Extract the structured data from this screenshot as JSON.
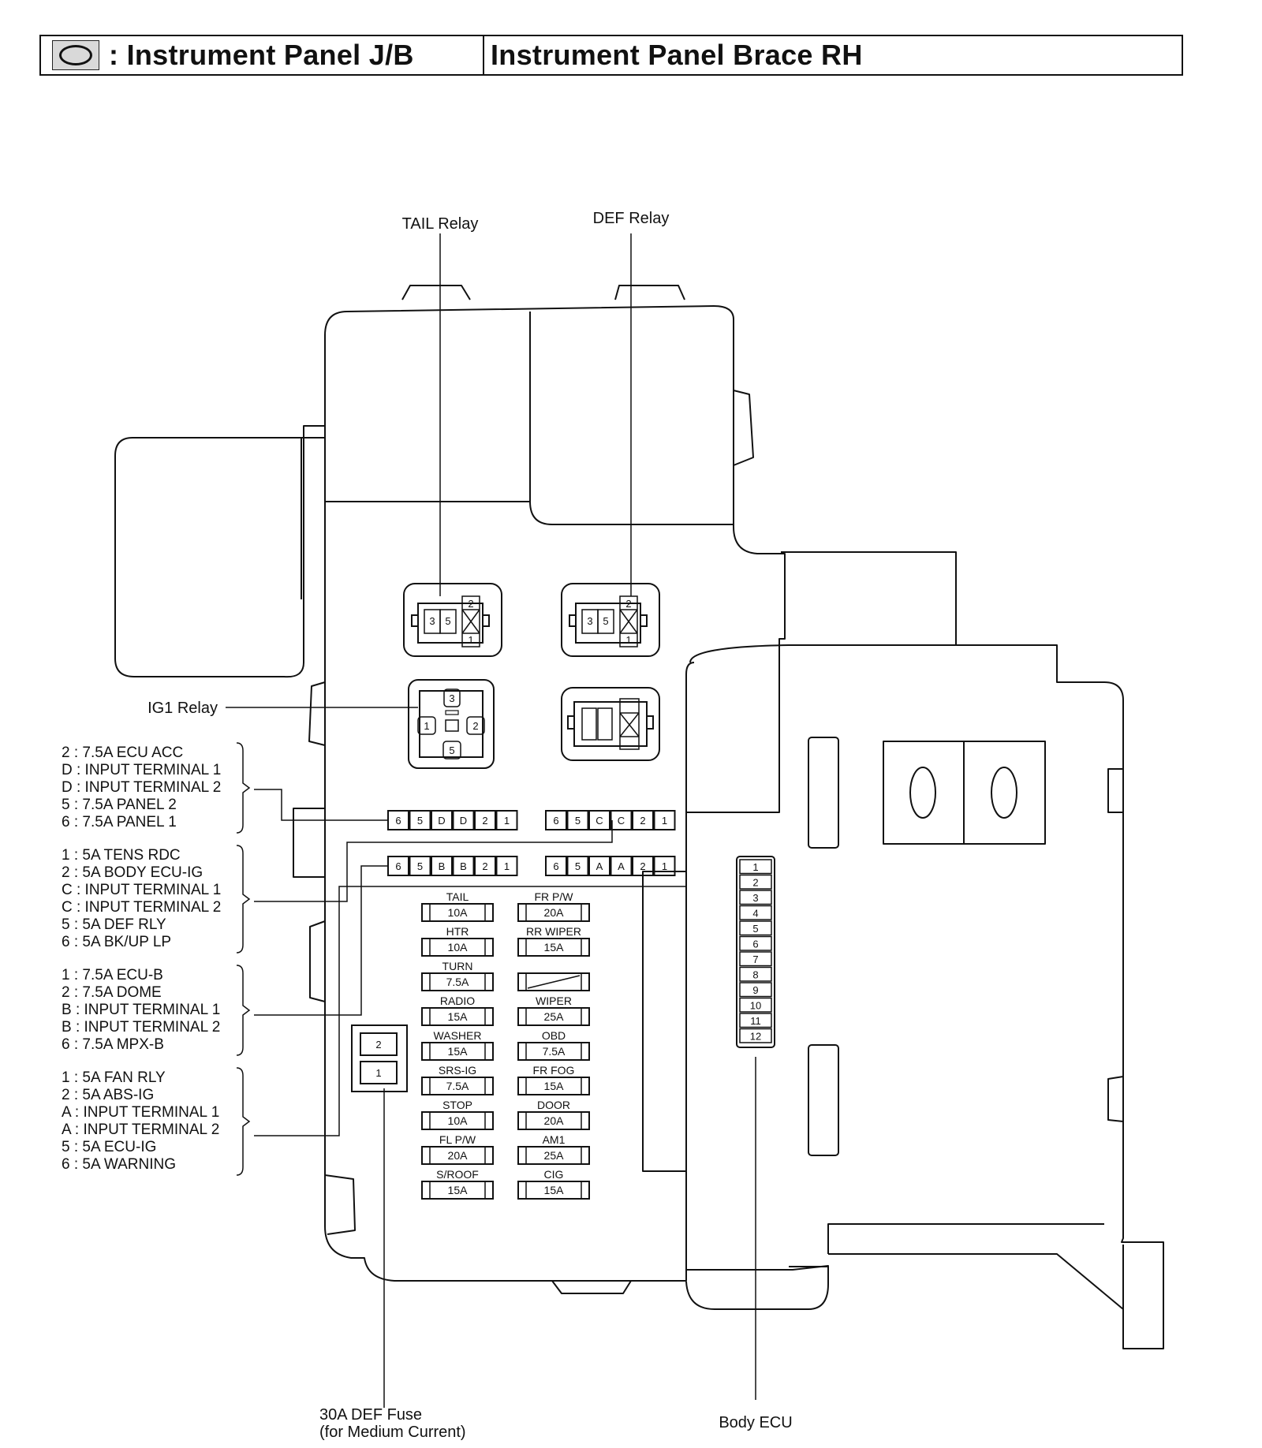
{
  "header": {
    "left_title": ": Instrument Panel J/B",
    "right_title": "Instrument Panel Brace RH",
    "icon": "connector-oval-icon"
  },
  "labels": {
    "tail_relay": "TAIL Relay",
    "def_relay": "DEF Relay",
    "ig1_relay": "IG1 Relay",
    "def_fuse": "30A DEF Fuse",
    "def_fuse_sub": "(for Medium Current)",
    "body_ecu": "Body ECU"
  },
  "relays": {
    "tail_pins": [
      "3",
      "5",
      "2",
      "1"
    ],
    "def_pins": [
      "3",
      "5",
      "2",
      "1"
    ],
    "ig1_pins": [
      "3",
      "1",
      "2",
      "5"
    ]
  },
  "connectors": [
    {
      "pins": [
        "6",
        "5",
        "D",
        "D",
        "2",
        "1"
      ]
    },
    {
      "pins": [
        "6",
        "5",
        "C",
        "C",
        "2",
        "1"
      ]
    },
    {
      "pins": [
        "6",
        "5",
        "B",
        "B",
        "2",
        "1"
      ]
    },
    {
      "pins": [
        "6",
        "5",
        "A",
        "A",
        "2",
        "1"
      ]
    }
  ],
  "connector_legends": [
    {
      "lines": [
        "2 : 7.5A ECU ACC",
        "D : INPUT TERMINAL 1",
        "D : INPUT TERMINAL 2",
        "5 : 7.5A PANEL 2",
        "6 : 7.5A PANEL 1"
      ]
    },
    {
      "lines": [
        "1 : 5A TENS RDC",
        "2 : 5A BODY ECU-IG",
        "C : INPUT TERMINAL 1",
        "C : INPUT TERMINAL 2",
        "5 : 5A DEF RLY",
        "6 : 5A BK/UP LP"
      ]
    },
    {
      "lines": [
        "1 : 7.5A ECU-B",
        "2 : 7.5A DOME",
        "B : INPUT TERMINAL 1",
        "B : INPUT TERMINAL 2",
        "6 : 7.5A MPX-B"
      ]
    },
    {
      "lines": [
        "1 : 5A FAN RLY",
        "2 : 5A ABS-IG",
        "A : INPUT TERMINAL 1",
        "A : INPUT TERMINAL 2",
        "5 : 5A ECU-IG",
        "6 : 5A WARNING"
      ]
    }
  ],
  "fuses_left": [
    {
      "name": "TAIL",
      "amp": "10A"
    },
    {
      "name": "HTR",
      "amp": "10A"
    },
    {
      "name": "TURN",
      "amp": "7.5A"
    },
    {
      "name": "RADIO",
      "amp": "15A"
    },
    {
      "name": "WASHER",
      "amp": "15A"
    },
    {
      "name": "SRS-IG",
      "amp": "7.5A"
    },
    {
      "name": "STOP",
      "amp": "10A"
    },
    {
      "name": "FL P/W",
      "amp": "20A"
    },
    {
      "name": "S/ROOF",
      "amp": "15A"
    }
  ],
  "fuses_right": [
    {
      "name": "FR P/W",
      "amp": "20A"
    },
    {
      "name": "RR WIPER",
      "amp": "15A"
    },
    {
      "name": "",
      "amp": "",
      "empty": true
    },
    {
      "name": "WIPER",
      "amp": "25A"
    },
    {
      "name": "OBD",
      "amp": "7.5A"
    },
    {
      "name": "FR FOG",
      "amp": "15A"
    },
    {
      "name": "DOOR",
      "amp": "20A"
    },
    {
      "name": "AM1",
      "amp": "25A"
    },
    {
      "name": "CIG",
      "amp": "15A"
    }
  ],
  "def_fuse_slots": [
    "2",
    "1"
  ],
  "ecu_pins": [
    "1",
    "2",
    "3",
    "4",
    "5",
    "6",
    "7",
    "8",
    "9",
    "10",
    "11",
    "12"
  ]
}
